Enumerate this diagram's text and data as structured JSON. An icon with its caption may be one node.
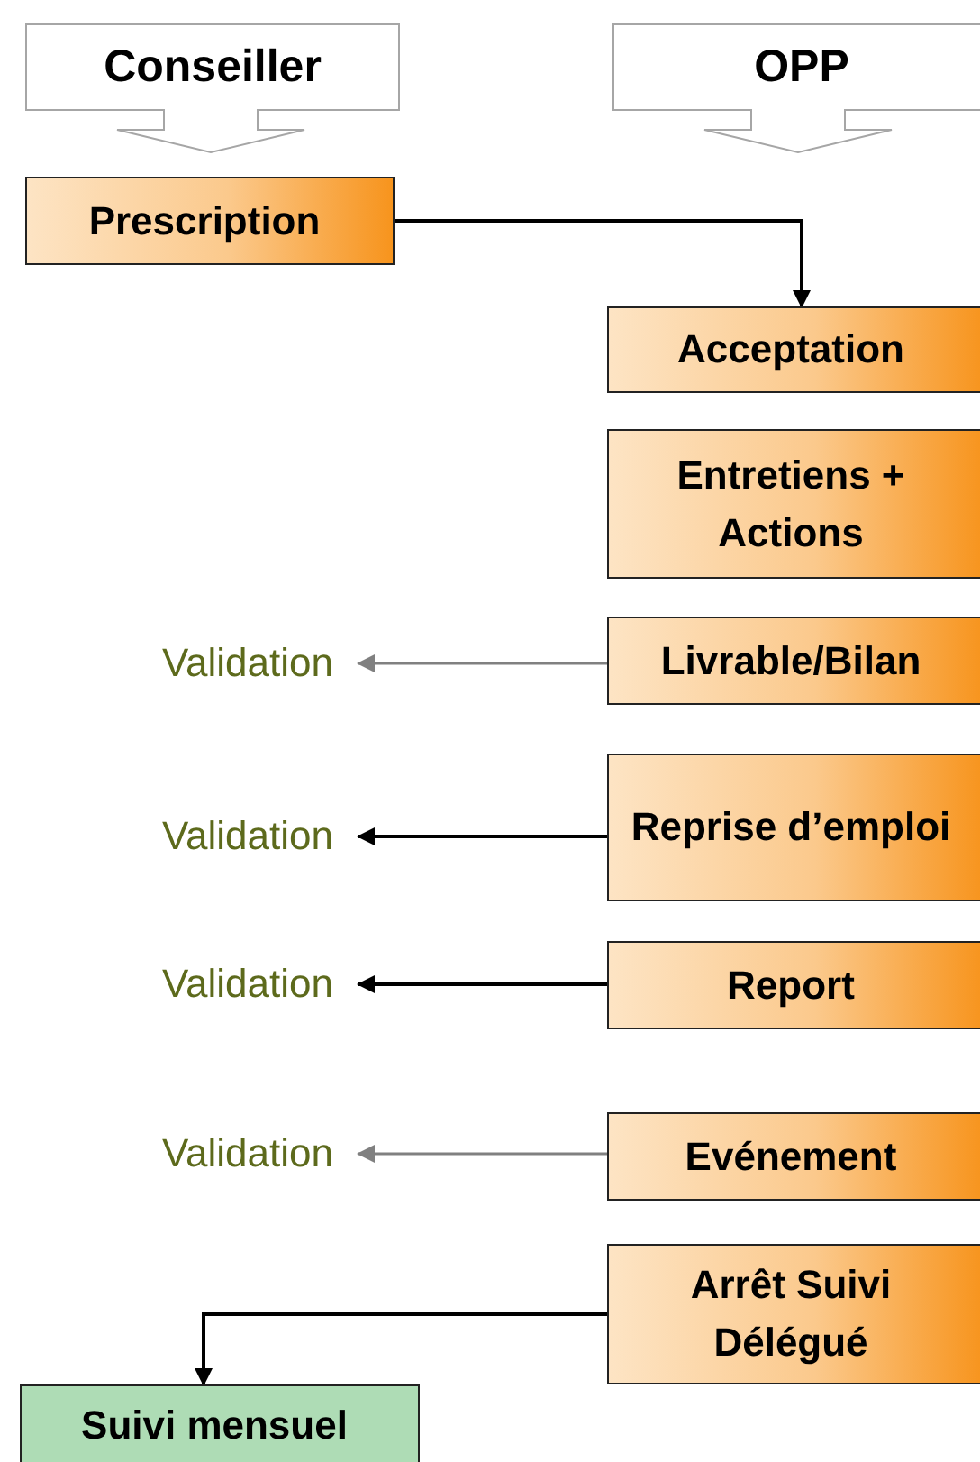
{
  "diagram": {
    "nodes": [
      {
        "text": [
          "Conseiller"
        ]
      },
      {
        "text": [
          "OPP"
        ]
      },
      {
        "text": [
          "Prescription"
        ]
      },
      {
        "text": [
          "Acceptation"
        ]
      },
      {
        "text": [
          "Entretiens + Actions"
        ]
      },
      {
        "text": [
          "Livrable/Bilan"
        ]
      },
      {
        "text": [
          "Validation"
        ]
      },
      {
        "text": [
          "Reprise d’emploi"
        ]
      },
      {
        "text": [
          "Validation"
        ]
      },
      {
        "text": [
          "Report"
        ]
      },
      {
        "text": [
          "Validation"
        ]
      },
      {
        "text": [
          "Evénement"
        ]
      },
      {
        "text": [
          "Validation"
        ]
      },
      {
        "text": [
          "Arrêt Suivi Délégué"
        ]
      },
      {
        "text": [
          "Suivi mensuel"
        ]
      }
    ],
    "edges": [
      {
        "from": 2,
        "to": 3,
        "arrow": "to"
      },
      {
        "from": 5,
        "to": 6,
        "arrow": "to",
        "color": "#808080"
      },
      {
        "from": 7,
        "to": 8,
        "arrow": "to"
      },
      {
        "from": 9,
        "to": 10,
        "arrow": "to"
      },
      {
        "from": 11,
        "to": 12,
        "arrow": "to",
        "color": "#808080"
      },
      {
        "from": 13,
        "to": 14,
        "arrow": "to"
      }
    ]
  }
}
